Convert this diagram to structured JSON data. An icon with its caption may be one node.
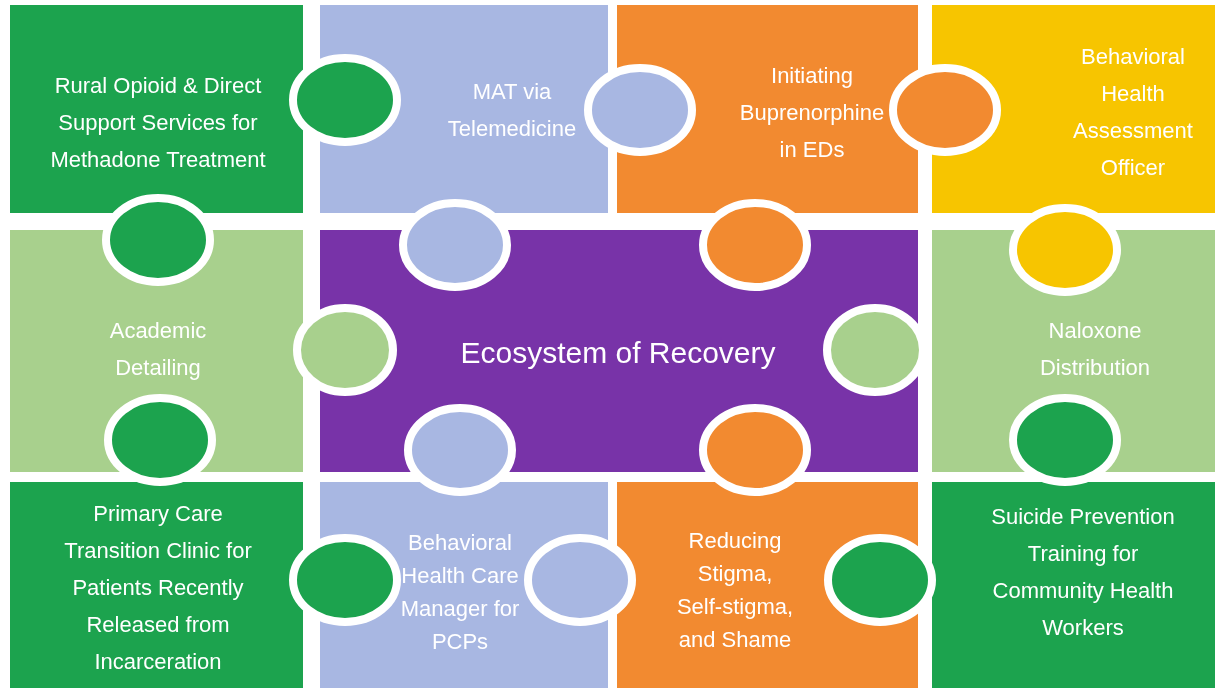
{
  "diagram": {
    "nodes": [
      {
        "text": [
          "Rural Opioid & Direct Support Services for Methadone Treatment"
        ]
      },
      {
        "text": [
          "MAT via Telemedicine"
        ]
      },
      {
        "text": [
          "Initiating Buprenorphine in EDs"
        ]
      },
      {
        "text": [
          "Behavioral Health Assessment Officer"
        ]
      },
      {
        "text": [
          "Academic Detailing"
        ]
      },
      {
        "text": [
          "Ecosystem of Recovery"
        ]
      },
      {
        "text": [
          "Naloxone Distribution"
        ]
      },
      {
        "text": [
          "Primary Care Transition Clinic for Patients Recently Released from Incarceration"
        ]
      },
      {
        "text": [
          "Behavioral Health Care Manager for PCPs"
        ]
      },
      {
        "text": [
          "Reducing Stigma, Self-stigma, and Shame"
        ]
      },
      {
        "text": [
          "Suicide Prevention Training for Community Health Workers"
        ]
      }
    ]
  }
}
